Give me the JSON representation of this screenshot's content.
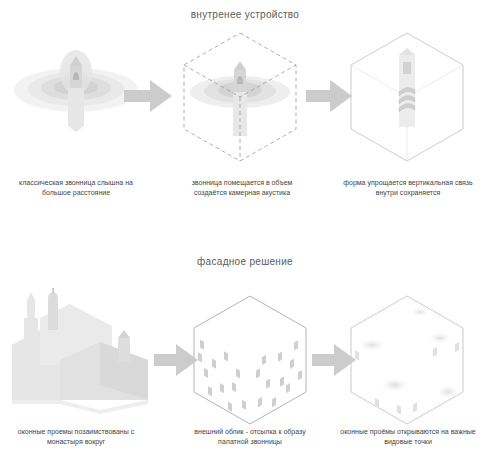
{
  "diagram": {
    "labels": [
      "внутренее устройство",
      "классическая звонница слышна на большое расстояние",
      "звонница помещается в объем создаётся камерная акустика",
      "форма упрощается вертикальная связь внутри сохраняется",
      "фасадное решение",
      "оконные проемы позаимствованы с монастыря вокруг",
      "внешний облик - отсылка к образу палатной звонницы",
      "оконные проёмы открываются на важные видовые точки"
    ]
  }
}
